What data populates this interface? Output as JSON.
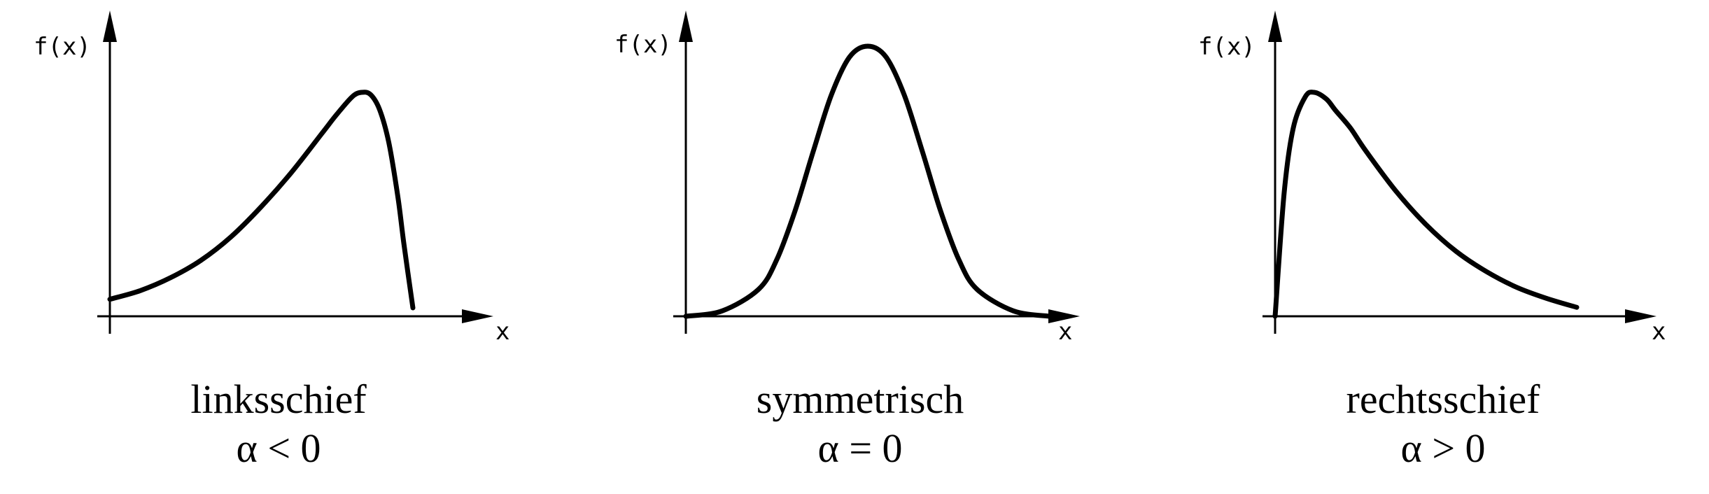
{
  "chart_data": [
    {
      "type": "line",
      "title": "linksschief",
      "formula": "α < 0",
      "xlabel": "x",
      "ylabel": "f(x)",
      "shape": "left-skewed",
      "xlim": [
        0,
        1
      ],
      "ylim": [
        0,
        1
      ],
      "x": [
        0.0,
        0.1,
        0.2,
        0.3,
        0.4,
        0.5,
        0.6,
        0.7,
        0.75,
        0.8,
        0.83,
        0.86,
        0.89,
        0.92,
        0.95,
        0.97,
        1.0
      ],
      "y": [
        0.04,
        0.08,
        0.14,
        0.22,
        0.33,
        0.47,
        0.63,
        0.81,
        0.9,
        0.98,
        1.0,
        0.99,
        0.92,
        0.77,
        0.52,
        0.3,
        0.0
      ]
    },
    {
      "type": "line",
      "title": "symmetrisch",
      "formula": "α = 0",
      "xlabel": "x",
      "ylabel": "f(x)",
      "shape": "symmetric",
      "xlim": [
        0,
        1
      ],
      "ylim": [
        0,
        1
      ],
      "x": [
        0.0,
        0.1,
        0.2,
        0.25,
        0.3,
        0.35,
        0.4,
        0.45,
        0.5,
        0.55,
        0.6,
        0.65,
        0.7,
        0.75,
        0.8,
        0.9,
        1.0
      ],
      "y": [
        0.0,
        0.02,
        0.1,
        0.21,
        0.39,
        0.61,
        0.82,
        0.96,
        1.0,
        0.96,
        0.82,
        0.61,
        0.39,
        0.21,
        0.1,
        0.02,
        0.0
      ]
    },
    {
      "type": "line",
      "title": "rechtsschief",
      "formula": "α > 0",
      "xlabel": "x",
      "ylabel": "f(x)",
      "shape": "right-skewed",
      "xlim": [
        0,
        1
      ],
      "ylim": [
        0,
        1
      ],
      "x": [
        0.0,
        0.03,
        0.06,
        0.1,
        0.13,
        0.17,
        0.2,
        0.25,
        0.3,
        0.4,
        0.5,
        0.6,
        0.7,
        0.8,
        0.9,
        1.0
      ],
      "y": [
        0.0,
        0.55,
        0.84,
        0.98,
        1.0,
        0.97,
        0.92,
        0.84,
        0.74,
        0.56,
        0.41,
        0.29,
        0.2,
        0.13,
        0.08,
        0.04
      ]
    }
  ]
}
